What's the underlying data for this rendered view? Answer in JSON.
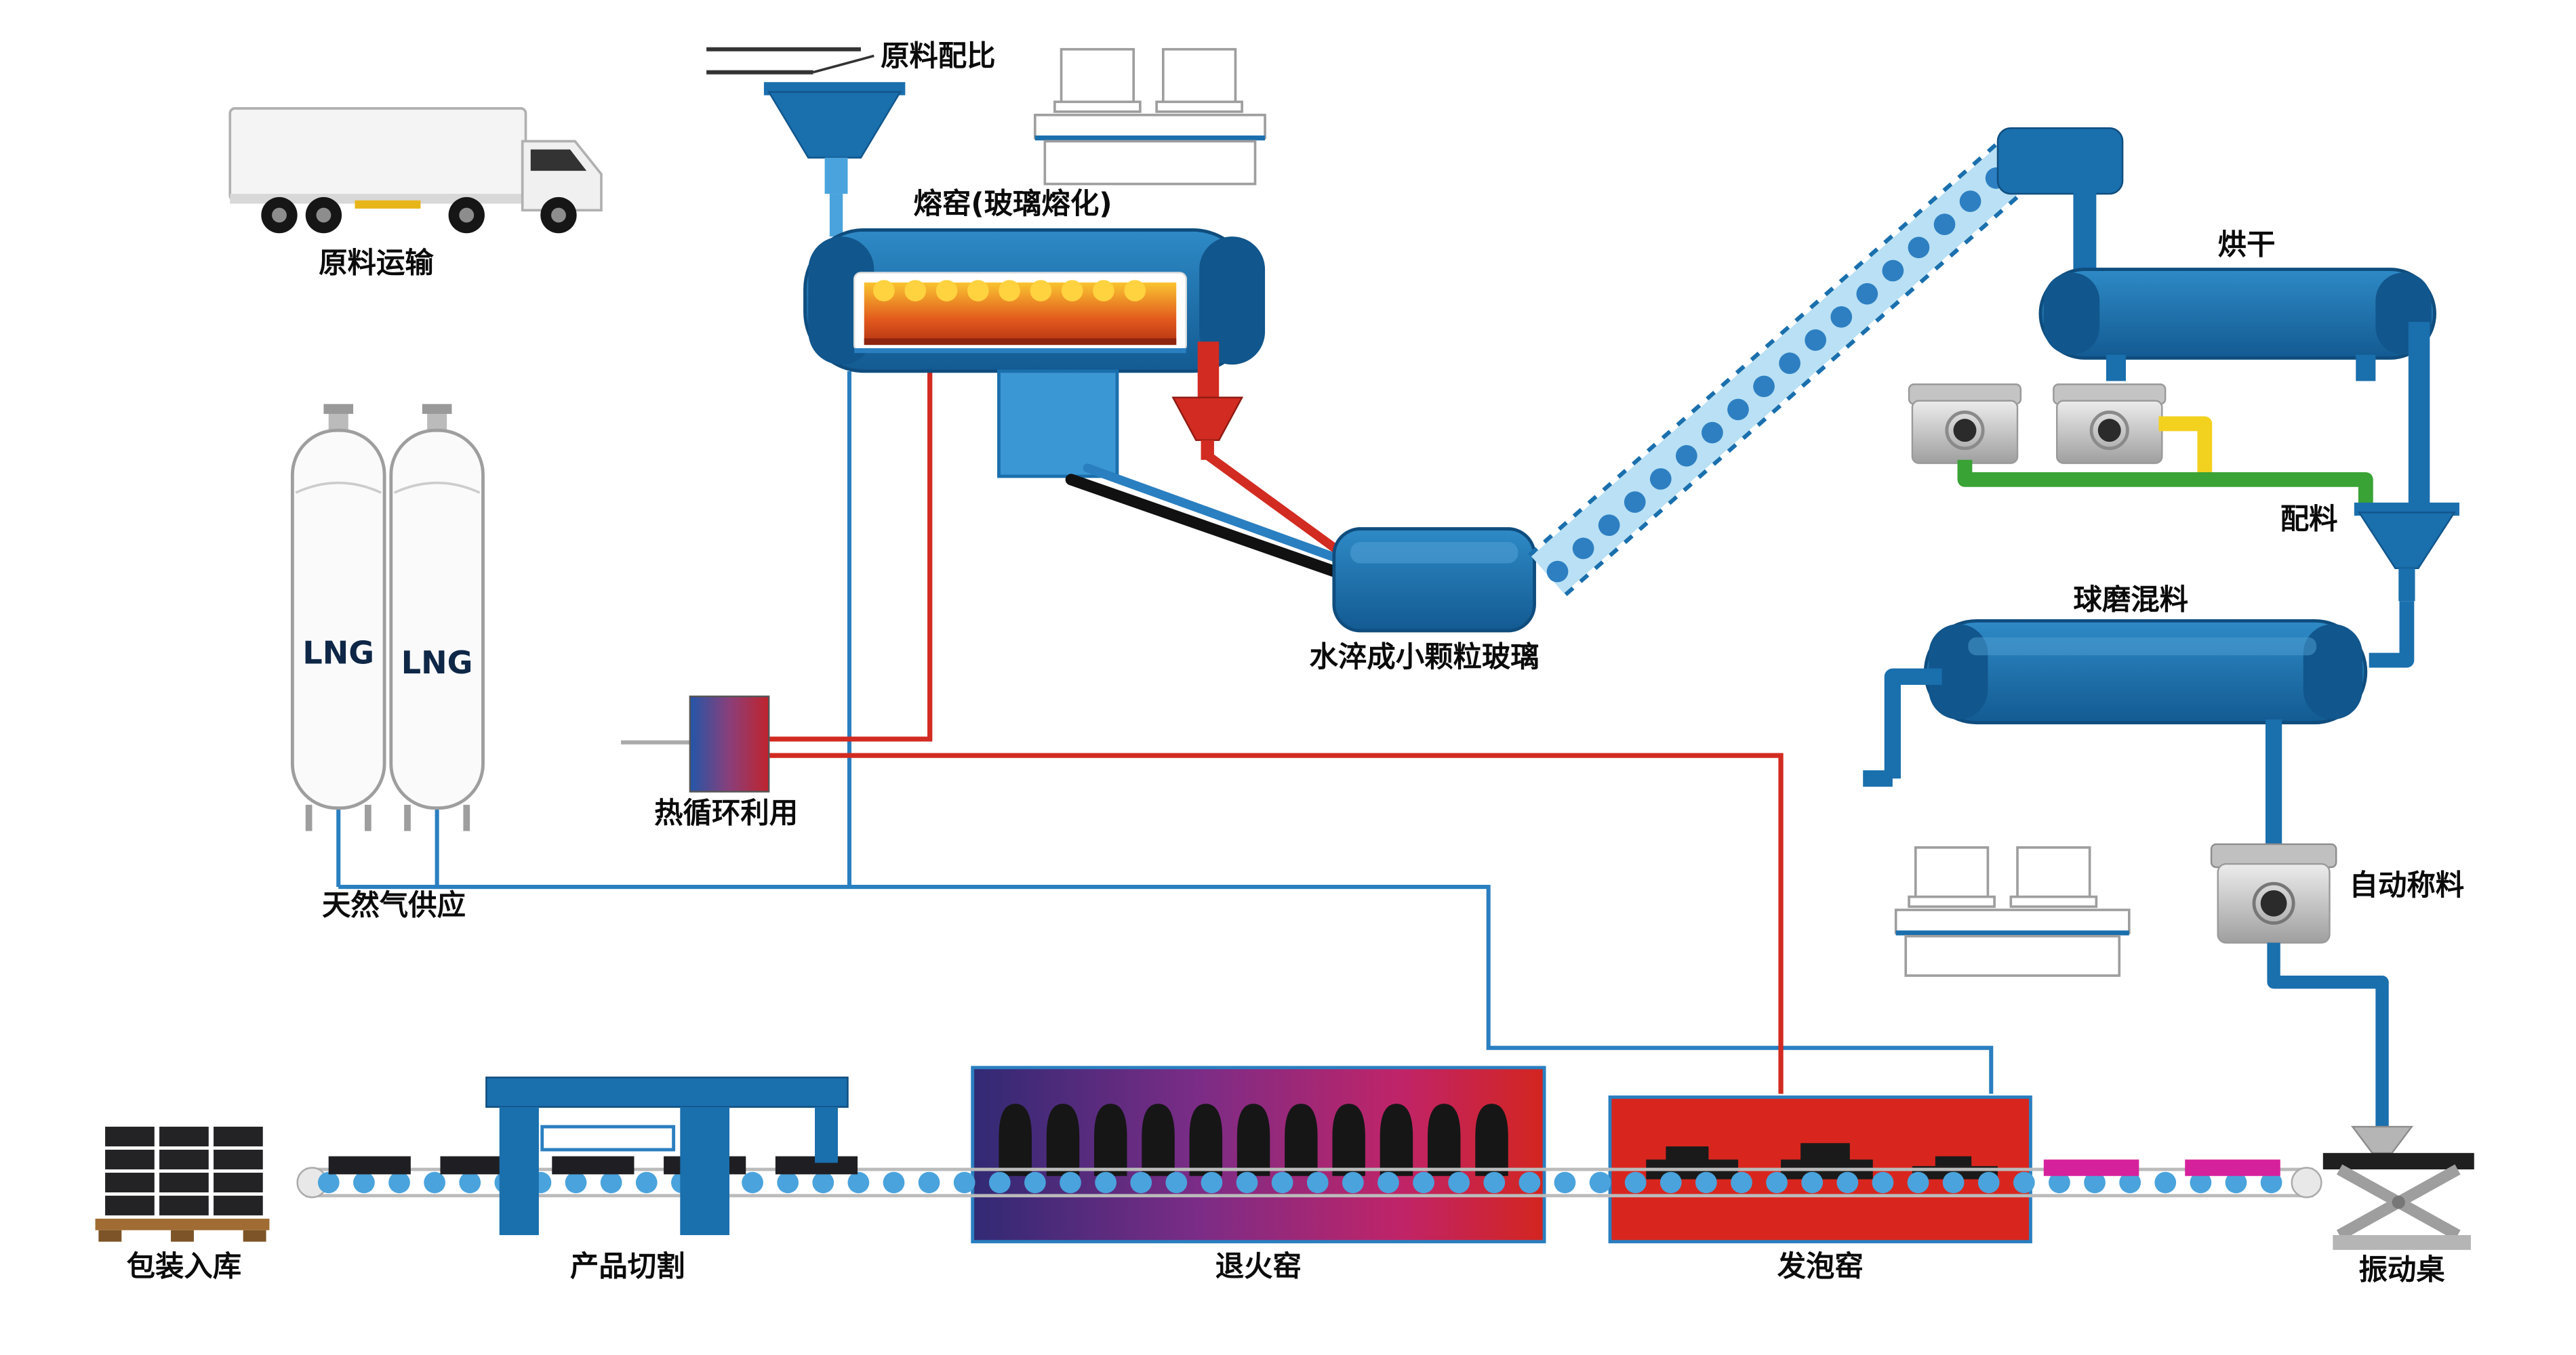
{
  "diagram": {
    "labels": {
      "truck": "原料运输",
      "hopper": "原料配比",
      "furnace": "熔窑(玻璃熔化)",
      "quench": "水淬成小颗粒玻璃",
      "heat_recycle": "热循环利用",
      "gas_supply": "天然气供应",
      "lng_tank_1": "LNG",
      "lng_tank_2": "LNG",
      "drying": "烘干",
      "batching": "配料",
      "ball_mill": "球磨混料",
      "weighing": "自动称料",
      "vibration_table": "振动桌",
      "foaming_kiln": "发泡窑",
      "annealing_kiln": "退火窑",
      "cutting": "产品切割",
      "packing": "包装入库"
    },
    "colors": {
      "primary_blue": "#1a6fad",
      "dark_blue": "#11568c",
      "light_blue": "#4aa3dc",
      "conveyor_blue": "#b9e0f4",
      "pipe_blue": "#2a7fc0",
      "pipe_red": "#d22b21",
      "kiln_red": "#d8261e",
      "pipe_green": "#39a335",
      "pipe_yellow": "#f3d11f",
      "product_pink": "#d6219c",
      "melt_orange": "#e2581d",
      "melt_yellow": "#ffd23f"
    }
  }
}
